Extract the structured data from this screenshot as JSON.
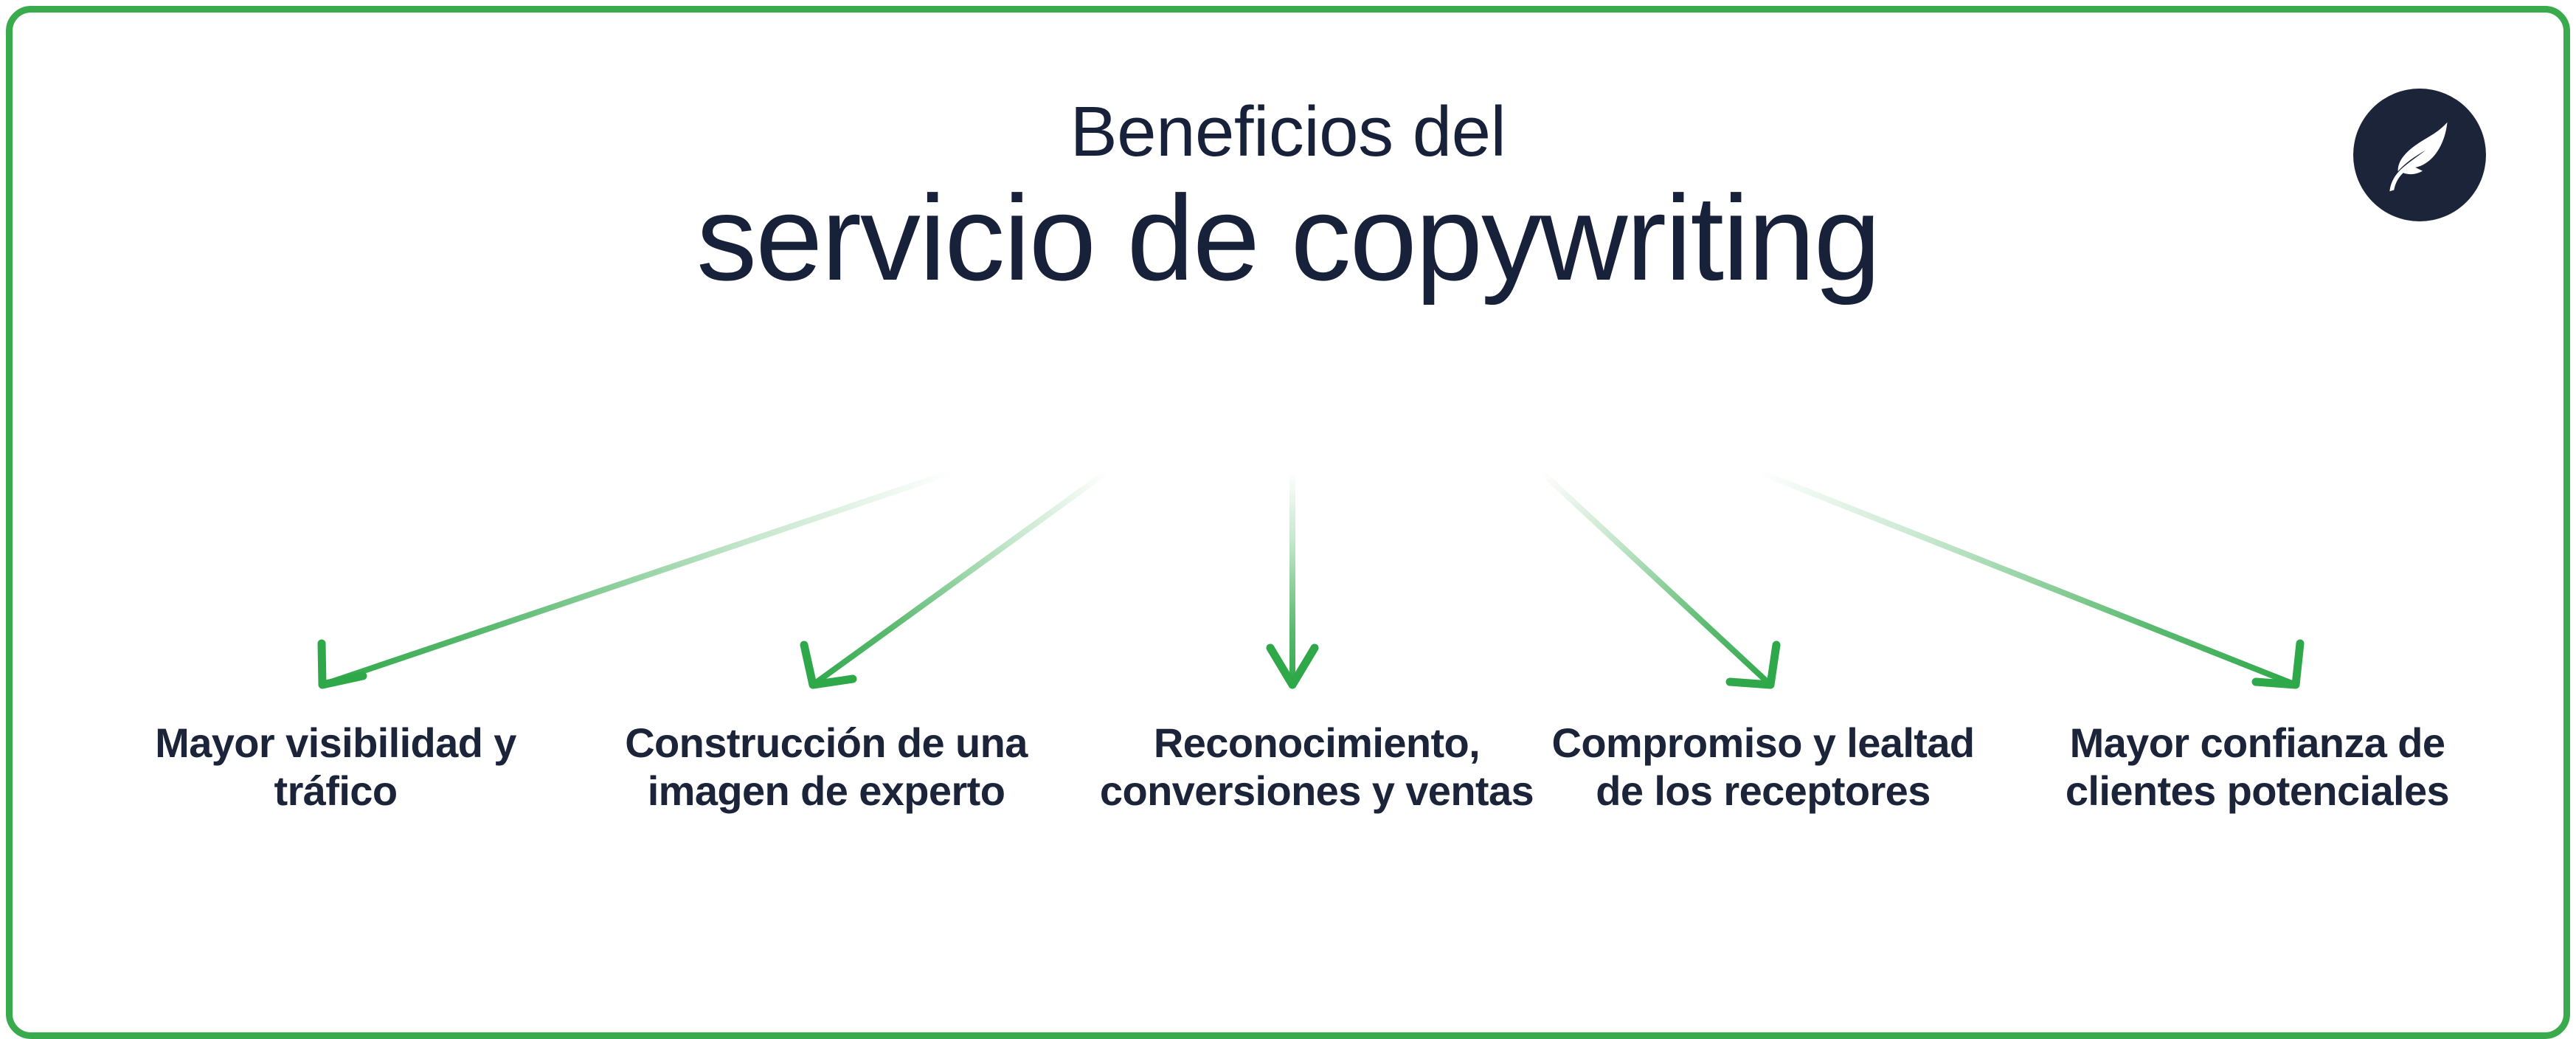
{
  "brand": {
    "logo_icon": "feather-quill-icon",
    "logo_bg_color": "#1b2439",
    "border_color": "#39ab4c"
  },
  "heading": {
    "line1": "Beneficios del",
    "line2": "servicio de copywriting",
    "text_color": "#18213a"
  },
  "benefits": [
    {
      "label": "Mayor visibilidad y tráfico"
    },
    {
      "label": "Construcción de una imagen de experto"
    },
    {
      "label": "Reconocimiento, conversiones y ventas"
    },
    {
      "label": "Compromiso y lealtad de los receptores"
    },
    {
      "label": "Mayor confianza de clientes potenciales"
    }
  ],
  "arrows": {
    "count": 5,
    "color_start": "#ffffff",
    "color_end": "#2fa84a",
    "description": "five downward arrows fading from transparent at the heading to solid green at each benefit"
  }
}
